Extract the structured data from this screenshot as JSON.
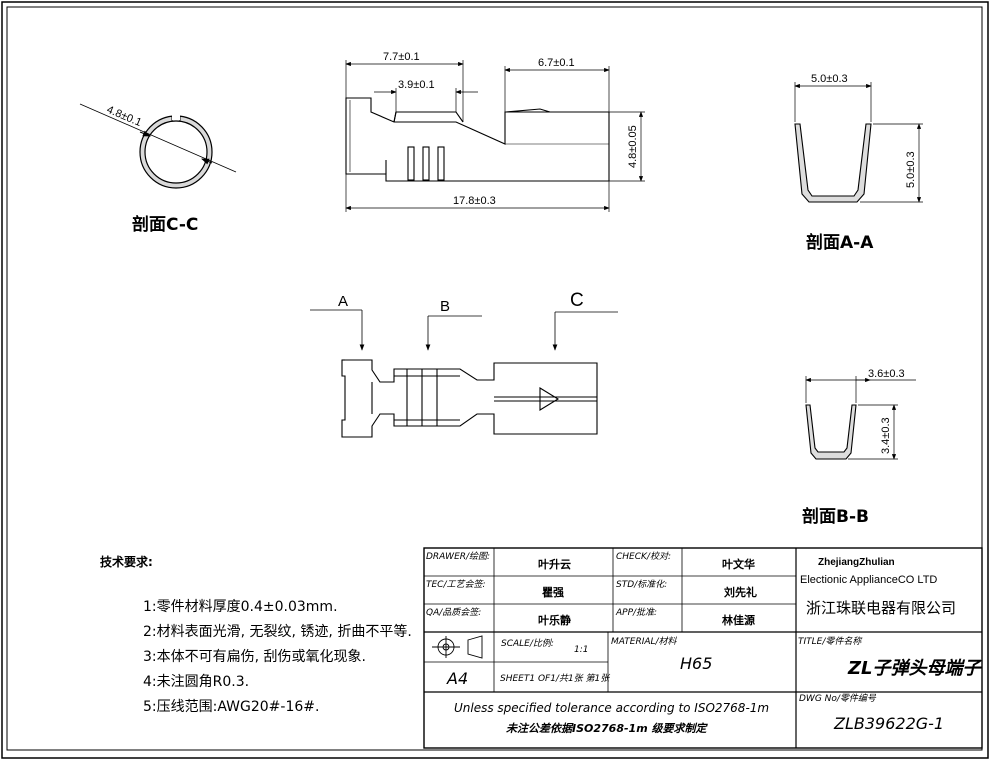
{
  "sections": {
    "cc": {
      "label": "剖面C-C",
      "dim": "4.8±0.1"
    },
    "aa": {
      "label": "剖面A-A",
      "dim_width": "5.0±0.3",
      "dim_height": "5.0±0.3"
    },
    "bb": {
      "label": "剖面B-B",
      "dim_width": "3.6±0.3",
      "dim_height": "3.4±0.3"
    }
  },
  "side_view": {
    "dim_total": "17.8±0.3",
    "dim_a": "7.7±0.1",
    "dim_b": "3.9±0.1",
    "dim_c": "6.7±0.1",
    "dim_height": "4.8±0.05"
  },
  "top_view": {
    "cut_a": "A",
    "cut_b": "B",
    "cut_c": "C"
  },
  "requirements": {
    "title": "技术要求:",
    "items": [
      "1:零件材料厚度0.4±0.03mm.",
      "2:材料表面光滑, 无裂纹, 锈迹, 折曲不平等.",
      "3:本体不可有扁伤, 刮伤或氧化现象.",
      "4:未注圆角R0.3.",
      "5:压线范围:AWG20#-16#."
    ]
  },
  "title_block": {
    "drawer_label": "DRAWER/绘图:",
    "drawer": "叶升云",
    "check_label": "CHECK/校对:",
    "check": "叶文华",
    "tec_label": "TEC/工艺会签:",
    "tec": "瞿强",
    "std_label": "STD/标准化:",
    "std": "刘先礼",
    "qa_label": "QA/品质会签:",
    "qa": "叶乐静",
    "app_label": "APP/批准:",
    "app": "林佳源",
    "company_en_1": "ZhejiangZhulian",
    "company_en_2": "Electionic ApplianceCO LTD",
    "company_cn": "浙江珠联电器有限公司",
    "scale_label": "SCALE/比例:",
    "scale": "1:1",
    "material_label": "MATERIAL/材料",
    "material": "H65",
    "title_label": "TITLE/零件名称",
    "title": "ZL子弹头母端子",
    "paper_size": "A4",
    "sheet": "SHEET1 OF1/共1张 第1张",
    "tolerance_en": "Unless specified tolerance according to ISO2768-1m",
    "tolerance_cn": "未注公差依据ISO2768-1m 级要求制定",
    "dwg_label": "DWG No/零件编号",
    "dwg": "ZLB39622G-1"
  }
}
